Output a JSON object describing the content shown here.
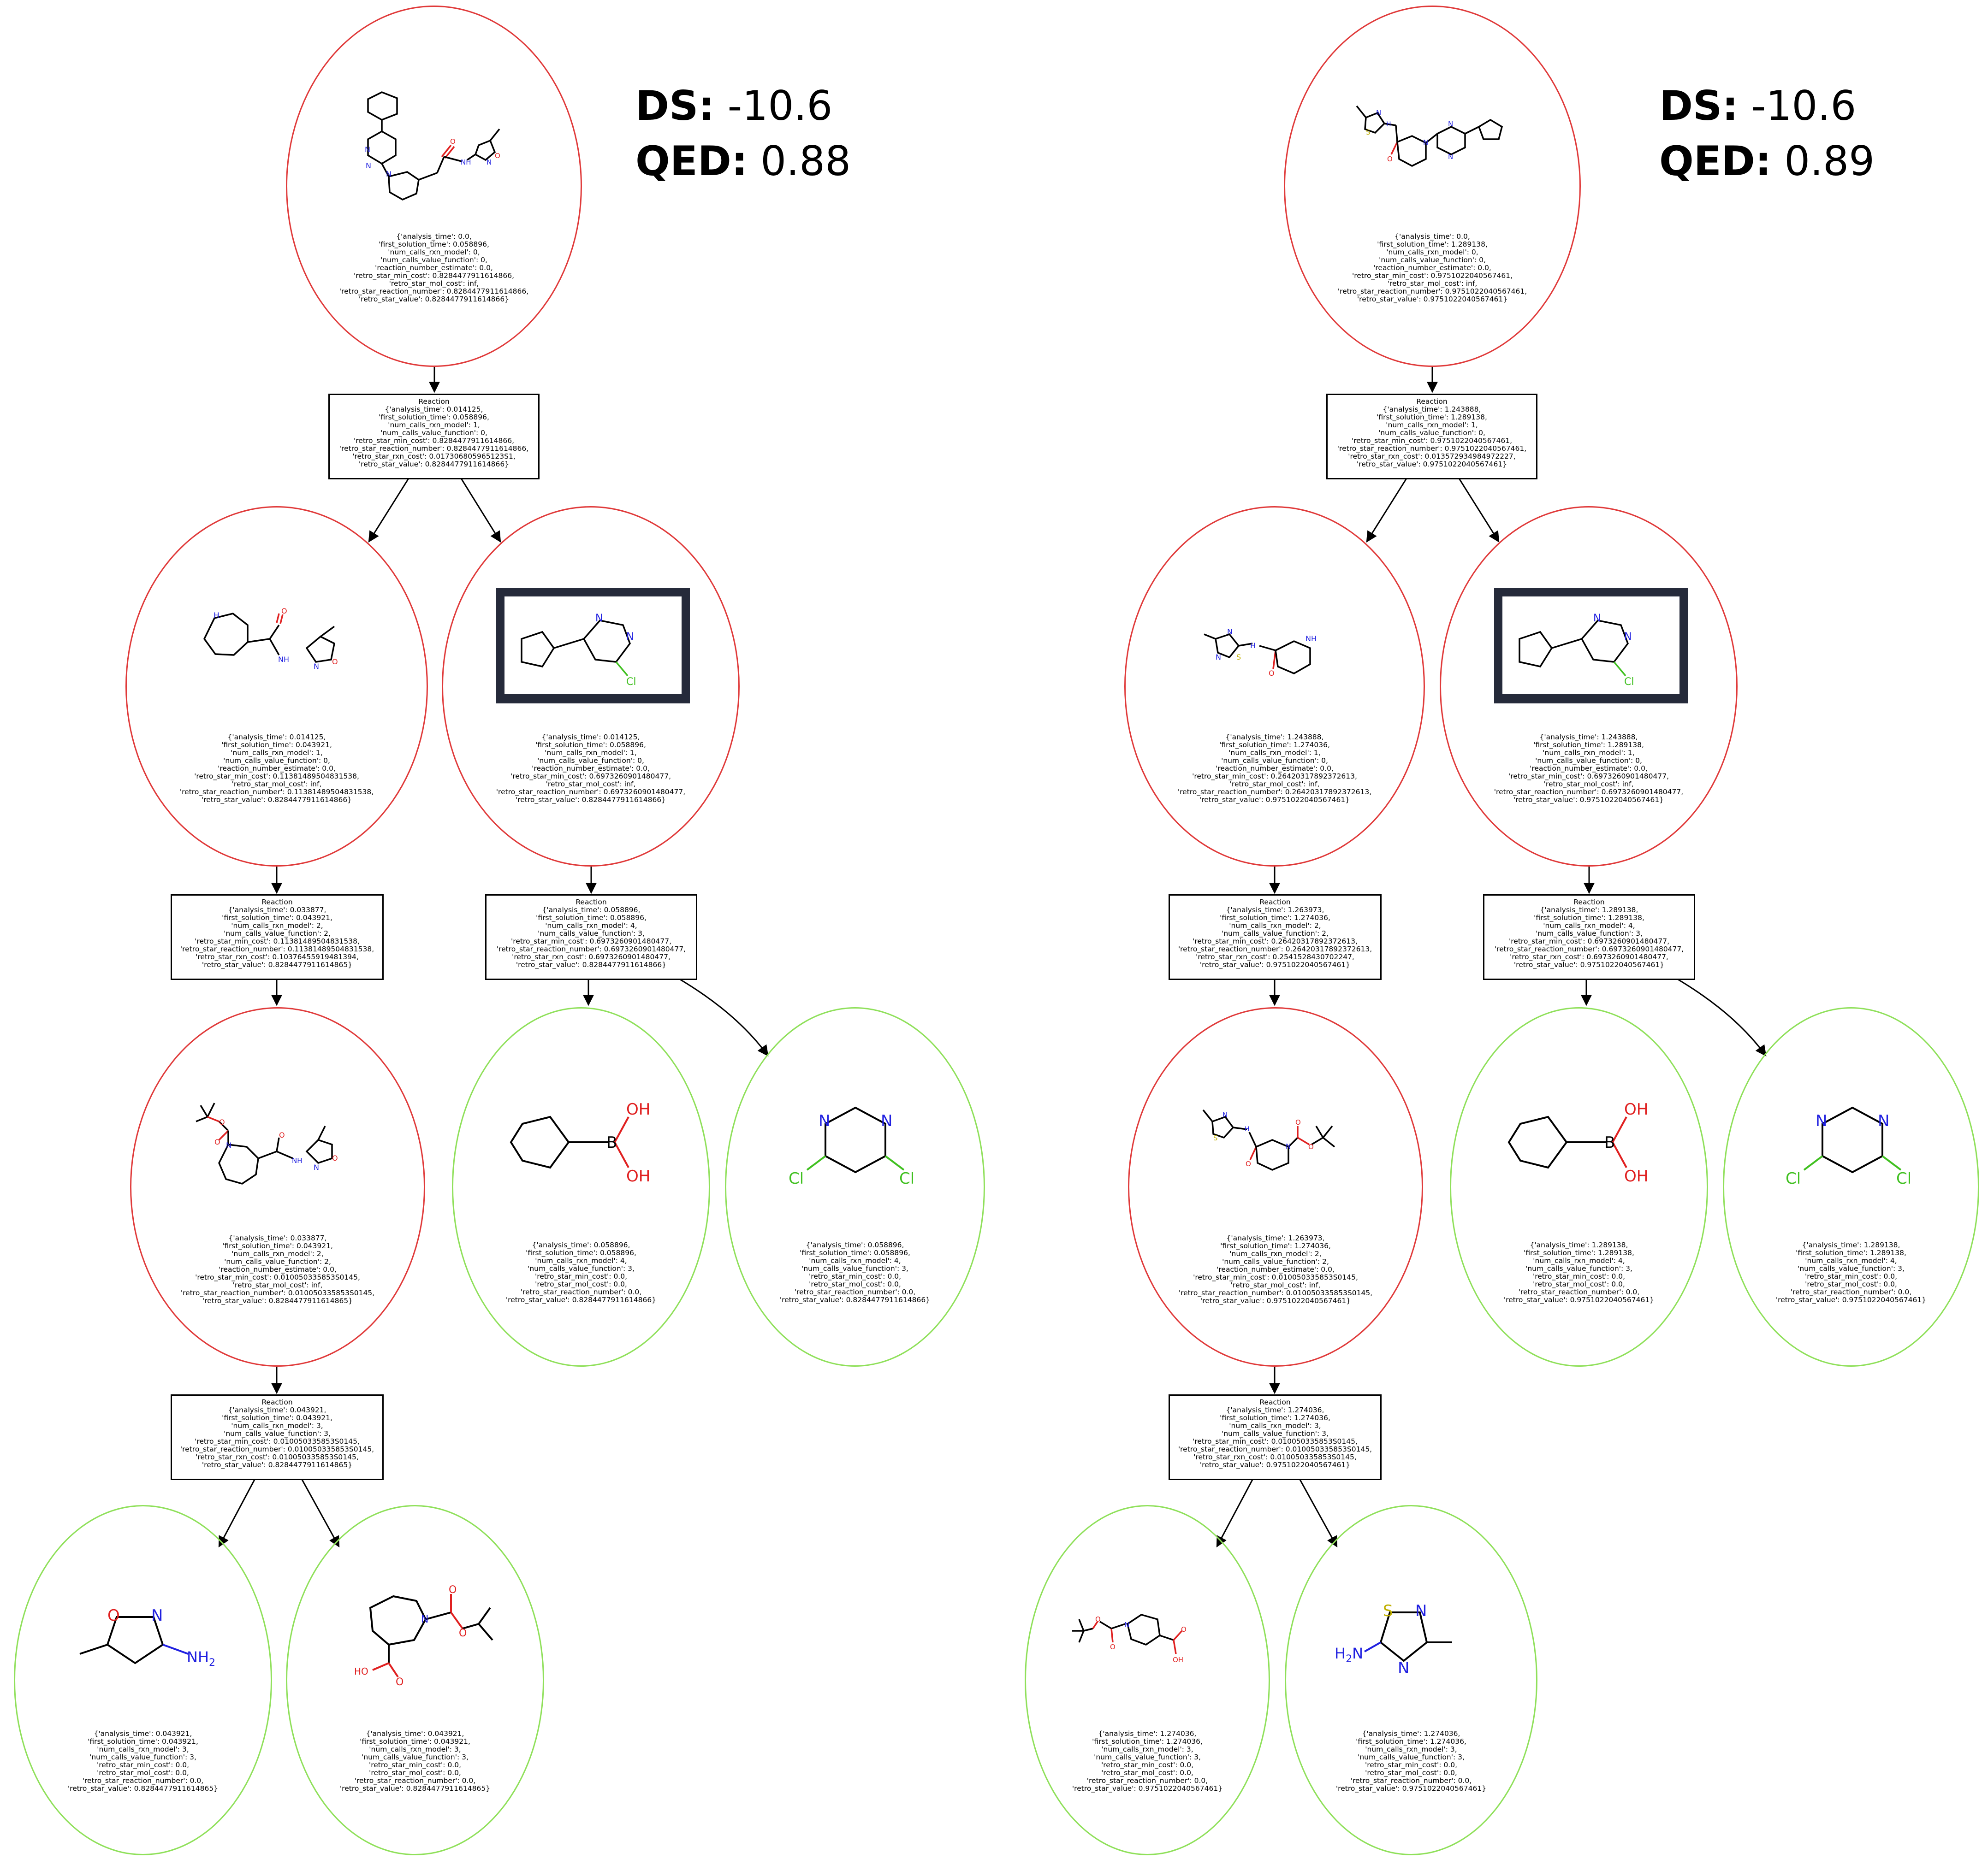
{
  "left": {
    "metrics": {
      "ds_label": "DS:",
      "ds_value": "-10.6",
      "qed_label": "QED:",
      "qed_value": "0.88"
    },
    "root": {
      "attrs": "{'analysis_time': 0.0,\n'first_solution_time': 0.058896,\n'num_calls_rxn_model': 0,\n'num_calls_value_function': 0,\n'reaction_number_estimate': 0.0,\n'retro_star_min_cost': 0.8284477911614866,\n'retro_star_mol_cost': inf,\n'retro_star_reaction_number': 0.8284477911614866,\n'retro_star_value': 0.8284477911614866}"
    },
    "reaction1": {
      "title": "Reaction",
      "attrs": "{'analysis_time': 0.014125,\n'first_solution_time': 0.058896,\n'num_calls_rxn_model': 1,\n'num_calls_value_function': 0,\n'retro_star_min_cost': 0.8284477911614866,\n'retro_star_reaction_number': 0.8284477911614866,\n'retro_star_rxn_cost': 0.017306805965123S1,\n'retro_star_value': 0.8284477911614866}"
    },
    "mol_a": {
      "attrs": "{'analysis_time': 0.014125,\n'first_solution_time': 0.043921,\n'num_calls_rxn_model': 1,\n'num_calls_value_function': 0,\n'reaction_number_estimate': 0.0,\n'retro_star_min_cost': 0.11381489504831538,\n'retro_star_mol_cost': inf,\n'retro_star_reaction_number': 0.11381489504831538,\n'retro_star_value': 0.8284477911614866}"
    },
    "mol_b": {
      "attrs": "{'analysis_time': 0.014125,\n'first_solution_time': 0.058896,\n'num_calls_rxn_model': 1,\n'num_calls_value_function': 0,\n'reaction_number_estimate': 0.0,\n'retro_star_min_cost': 0.6973260901480477,\n'retro_star_mol_cost': inf,\n'retro_star_reaction_number': 0.6973260901480477,\n'retro_star_value': 0.8284477911614866}"
    },
    "reaction2": {
      "title": "Reaction",
      "attrs": "{'analysis_time': 0.033877,\n'first_solution_time': 0.043921,\n'num_calls_rxn_model': 2,\n'num_calls_value_function': 2,\n'retro_star_min_cost': 0.11381489504831538,\n'retro_star_reaction_number': 0.11381489504831538,\n'retro_star_rxn_cost': 0.10376455919481394,\n'retro_star_value': 0.8284477911614865}"
    },
    "reaction3": {
      "title": "Reaction",
      "attrs": "{'analysis_time': 0.058896,\n'first_solution_time': 0.058896,\n'num_calls_rxn_model': 4,\n'num_calls_value_function': 3,\n'retro_star_min_cost': 0.6973260901480477,\n'retro_star_reaction_number': 0.6973260901480477,\n'retro_star_rxn_cost': 0.6973260901480477,\n'retro_star_value': 0.8284477911614866}"
    },
    "mol_c": {
      "attrs": "{'analysis_time': 0.033877,\n'first_solution_time': 0.043921,\n'num_calls_rxn_model': 2,\n'num_calls_value_function': 2,\n'reaction_number_estimate': 0.0,\n'retro_star_min_cost': 0.010050335853S0145,\n'retro_star_mol_cost': inf,\n'retro_star_reaction_number': 0.010050335853S0145,\n'retro_star_value': 0.8284477911614865}"
    },
    "mol_d": {
      "attrs": "{'analysis_time': 0.058896,\n'first_solution_time': 0.058896,\n'num_calls_rxn_model': 4,\n'num_calls_value_function': 3,\n'retro_star_min_cost': 0.0,\n'retro_star_mol_cost': 0.0,\n'retro_star_reaction_number': 0.0,\n'retro_star_value': 0.8284477911614866}"
    },
    "mol_e": {
      "attrs": "{'analysis_time': 0.058896,\n'first_solution_time': 0.058896,\n'num_calls_rxn_model': 4,\n'num_calls_value_function': 3,\n'retro_star_min_cost': 0.0,\n'retro_star_mol_cost': 0.0,\n'retro_star_reaction_number': 0.0,\n'retro_star_value': 0.8284477911614866}"
    },
    "reaction4": {
      "title": "Reaction",
      "attrs": "{'analysis_time': 0.043921,\n'first_solution_time': 0.043921,\n'num_calls_rxn_model': 3,\n'num_calls_value_function': 3,\n'retro_star_min_cost': 0.010050335853S0145,\n'retro_star_reaction_number': 0.010050335853S0145,\n'retro_star_rxn_cost': 0.010050335853S0145,\n'retro_star_value': 0.8284477911614865}"
    },
    "mol_f": {
      "attrs": "{'analysis_time': 0.043921,\n'first_solution_time': 0.043921,\n'num_calls_rxn_model': 3,\n'num_calls_value_function': 3,\n'retro_star_min_cost': 0.0,\n'retro_star_mol_cost': 0.0,\n'retro_star_reaction_number': 0.0,\n'retro_star_value': 0.8284477911614865}"
    },
    "mol_g": {
      "attrs": "{'analysis_time': 0.043921,\n'first_solution_time': 0.043921,\n'num_calls_rxn_model': 3,\n'num_calls_value_function': 3,\n'retro_star_min_cost': 0.0,\n'retro_star_mol_cost': 0.0,\n'retro_star_reaction_number': 0.0,\n'retro_star_value': 0.8284477911614865}"
    }
  },
  "right": {
    "metrics": {
      "ds_label": "DS:",
      "ds_value": "-10.6",
      "qed_label": "QED:",
      "qed_value": "0.89"
    },
    "root": {
      "attrs": "{'analysis_time': 0.0,\n'first_solution_time': 1.289138,\n'num_calls_rxn_model': 0,\n'num_calls_value_function': 0,\n'reaction_number_estimate': 0.0,\n'retro_star_min_cost': 0.9751022040567461,\n'retro_star_mol_cost': inf,\n'retro_star_reaction_number': 0.9751022040567461,\n'retro_star_value': 0.9751022040567461}"
    },
    "reaction1": {
      "title": "Reaction",
      "attrs": "{'analysis_time': 1.243888,\n'first_solution_time': 1.289138,\n'num_calls_rxn_model': 1,\n'num_calls_value_function': 0,\n'retro_star_min_cost': 0.9751022040567461,\n'retro_star_reaction_number': 0.9751022040567461,\n'retro_star_rxn_cost': 0.013572934984972227,\n'retro_star_value': 0.9751022040567461}"
    },
    "mol_a": {
      "attrs": "{'analysis_time': 1.243888,\n'first_solution_time': 1.274036,\n'num_calls_rxn_model': 1,\n'num_calls_value_function': 0,\n'reaction_number_estimate': 0.0,\n'retro_star_min_cost': 0.26420317892372613,\n'retro_star_mol_cost': inf,\n'retro_star_reaction_number': 0.26420317892372613,\n'retro_star_value': 0.9751022040567461}"
    },
    "mol_b": {
      "attrs": "{'analysis_time': 1.243888,\n'first_solution_time': 1.289138,\n'num_calls_rxn_model': 1,\n'num_calls_value_function': 0,\n'reaction_number_estimate': 0.0,\n'retro_star_min_cost': 0.6973260901480477,\n'retro_star_mol_cost': inf,\n'retro_star_reaction_number': 0.6973260901480477,\n'retro_star_value': 0.9751022040567461}"
    },
    "reaction2": {
      "title": "Reaction",
      "attrs": "{'analysis_time': 1.263973,\n'first_solution_time': 1.274036,\n'num_calls_rxn_model': 2,\n'num_calls_value_function': 2,\n'retro_star_min_cost': 0.26420317892372613,\n'retro_star_reaction_number': 0.26420317892372613,\n'retro_star_rxn_cost': 0.2541528430702247,\n'retro_star_value': 0.9751022040567461}"
    },
    "reaction3": {
      "title": "Reaction",
      "attrs": "{'analysis_time': 1.289138,\n'first_solution_time': 1.289138,\n'num_calls_rxn_model': 4,\n'num_calls_value_function': 3,\n'retro_star_min_cost': 0.6973260901480477,\n'retro_star_reaction_number': 0.6973260901480477,\n'retro_star_rxn_cost': 0.6973260901480477,\n'retro_star_value': 0.9751022040567461}"
    },
    "mol_c": {
      "attrs": "{'analysis_time': 1.263973,\n'first_solution_time': 1.274036,\n'num_calls_rxn_model': 2,\n'num_calls_value_function': 2,\n'reaction_number_estimate': 0.0,\n'retro_star_min_cost': 0.010050335853S0145,\n'retro_star_mol_cost': inf,\n'retro_star_reaction_number': 0.010050335853S0145,\n'retro_star_value': 0.9751022040567461}"
    },
    "mol_d": {
      "attrs": "{'analysis_time': 1.289138,\n'first_solution_time': 1.289138,\n'num_calls_rxn_model': 4,\n'num_calls_value_function': 3,\n'retro_star_min_cost': 0.0,\n'retro_star_mol_cost': 0.0,\n'retro_star_reaction_number': 0.0,\n'retro_star_value': 0.9751022040567461}"
    },
    "mol_e": {
      "attrs": "{'analysis_time': 1.289138,\n'first_solution_time': 1.289138,\n'num_calls_rxn_model': 4,\n'num_calls_value_function': 3,\n'retro_star_min_cost': 0.0,\n'retro_star_mol_cost': 0.0,\n'retro_star_reaction_number': 0.0,\n'retro_star_value': 0.9751022040567461}"
    },
    "reaction4": {
      "title": "Reaction",
      "attrs": "{'analysis_time': 1.274036,\n'first_solution_time': 1.274036,\n'num_calls_rxn_model': 3,\n'num_calls_value_function': 3,\n'retro_star_min_cost': 0.010050335853S0145,\n'retro_star_reaction_number': 0.010050335853S0145,\n'retro_star_rxn_cost': 0.010050335853S0145,\n'retro_star_value': 0.9751022040567461}"
    },
    "mol_f": {
      "attrs": "{'analysis_time': 1.274036,\n'first_solution_time': 1.274036,\n'num_calls_rxn_model': 3,\n'num_calls_value_function': 3,\n'retro_star_min_cost': 0.0,\n'retro_star_mol_cost': 0.0,\n'retro_star_reaction_number': 0.0,\n'retro_star_value': 0.9751022040567461}"
    },
    "mol_g": {
      "attrs": "{'analysis_time': 1.274036,\n'first_solution_time': 1.274036,\n'num_calls_rxn_model': 3,\n'num_calls_value_function': 3,\n'retro_star_min_cost': 0.0,\n'retro_star_mol_cost': 0.0,\n'retro_star_reaction_number': 0.0,\n'retro_star_value': 0.9751022040567461}"
    }
  },
  "atoms": {
    "N": "N",
    "O": "O",
    "H": "H",
    "S": "S",
    "B": "B",
    "Cl": "Cl",
    "OH": "OH",
    "NH2": "NH",
    "NH2_sub": "2",
    "HO": "HO",
    "NH": "NH"
  },
  "colors": {
    "mol_node_border": "#e03a3a",
    "leaf_node_border": "#8fe05a",
    "nitrogen": "#2020e0",
    "oxygen": "#e02020",
    "chlorine": "#40c020",
    "sulfur": "#c0b000",
    "highlight_box": "#252a3a"
  }
}
